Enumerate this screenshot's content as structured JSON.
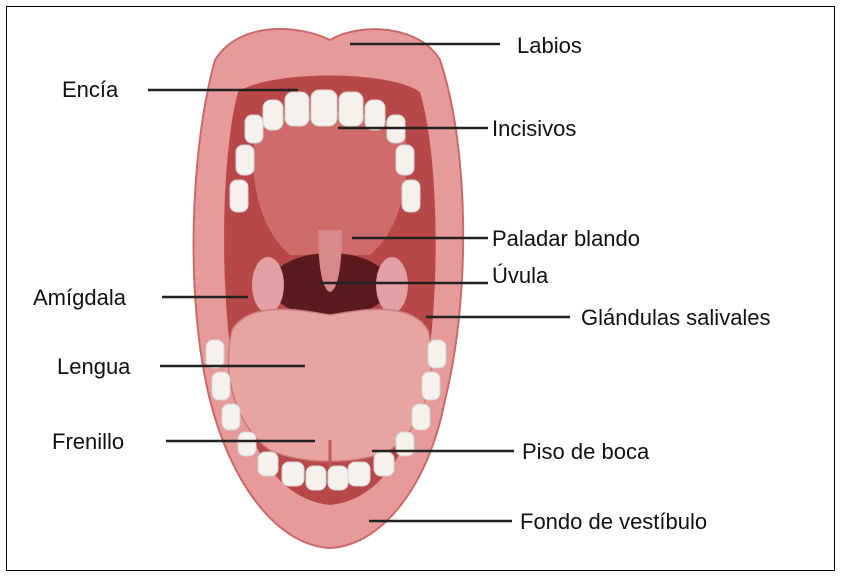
{
  "labels": {
    "labios": "Labios",
    "encia": "Encía",
    "incisivos": "Incisivos",
    "paladar_blando": "Paladar blando",
    "uvula": "Úvula",
    "amigdala": "Amígdala",
    "glandulas_salivales": "Glándulas salivales",
    "lengua": "Lengua",
    "frenillo": "Frenillo",
    "piso_de_boca": "Piso de boca",
    "fondo_de_vestibulo": "Fondo de vestíbulo"
  },
  "colors": {
    "lip": "#e79a9a",
    "lip_dark": "#c96a6a",
    "cavity": "#b8474a",
    "palate": "#cf6b6b",
    "throat": "#5a1a1e",
    "tongue": "#e9a3a1",
    "teeth": "#f4f1ee",
    "line": "#222222"
  }
}
